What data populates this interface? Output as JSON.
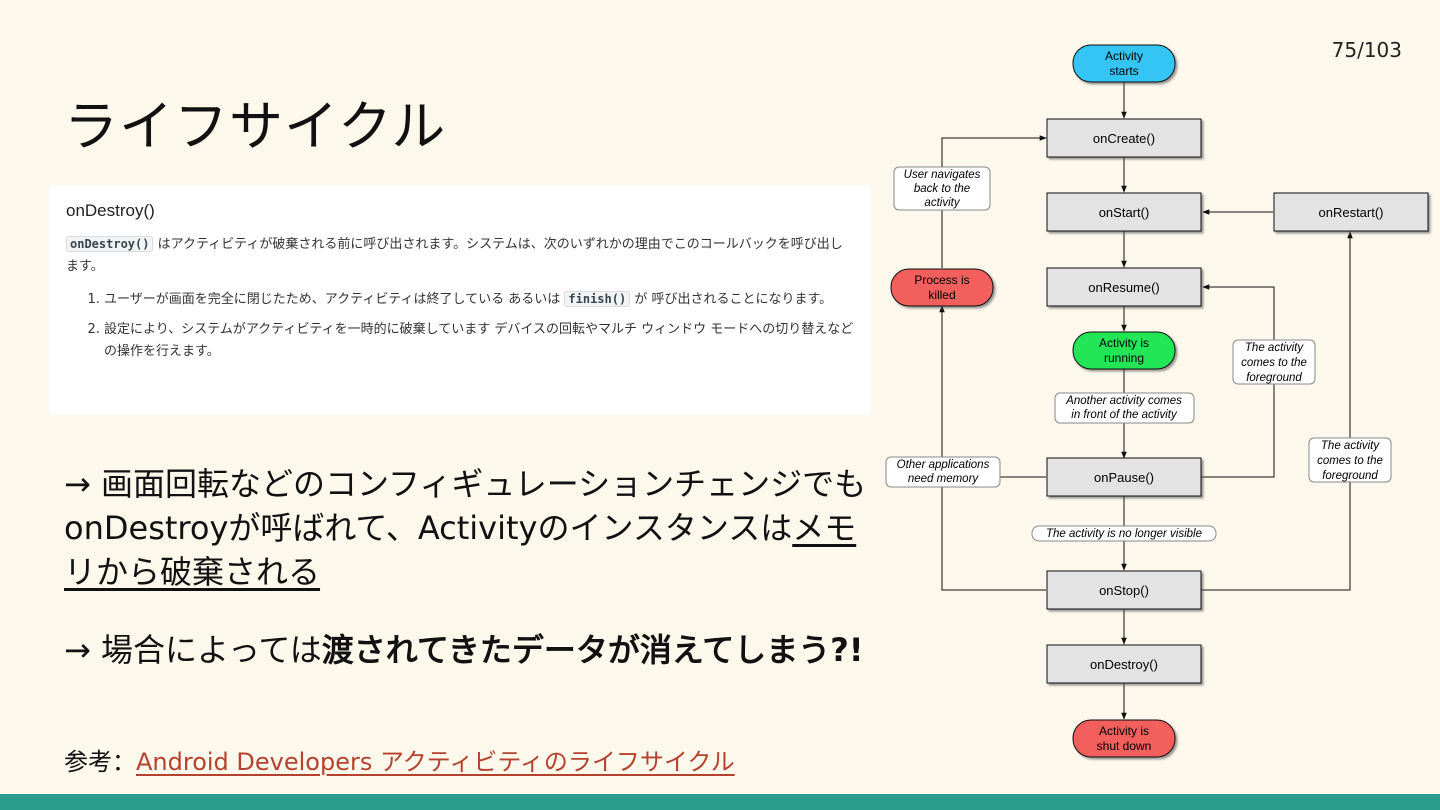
{
  "page_number": "75/103",
  "title": "ライフサイクル",
  "doc": {
    "heading": "onDestroy()",
    "para_code": "onDestroy()",
    "para_text": " はアクティビティが破棄される前に呼び出されます。システムは、次のいずれかの理由でこのコールバックを呼び出します。",
    "item1_prefix": "ユーザーが画面を完全に閉じたため、アクティビティは終了している あるいは ",
    "item1_code": "finish()",
    "item1_suffix": " が 呼び出されることになります。",
    "item2": "設定により、システムがアクティビティを一時的に破棄しています デバイスの回転やマルチ ウィンドウ モードへの切り替えなどの操作を行えます。"
  },
  "notes": {
    "line1_plain": "→ 画面回転などのコンフィギュレーションチェンジでもonDestroyが呼ばれて、Activityのインスタンスは",
    "line1_underlined": "メモリから破棄される",
    "line2_plain": "→ 場合によっては",
    "line2_bold": "渡されてきたデータが消えてしまう?!"
  },
  "reference": {
    "label": "参考：",
    "link_text": "Android Developers アクティビティのライフサイクル"
  },
  "diagram": {
    "start": [
      "Activity",
      "starts"
    ],
    "on_create": "onCreate()",
    "on_start": "onStart()",
    "on_restart": "onRestart()",
    "on_resume": "onResume()",
    "running": [
      "Activity is",
      "running"
    ],
    "on_pause": "onPause()",
    "on_stop": "onStop()",
    "on_destroy": "onDestroy()",
    "shut_down": [
      "Activity is",
      "shut down"
    ],
    "process_killed": [
      "Process is",
      "killed"
    ],
    "user_navigates": [
      "User navigates",
      "back to the",
      "activity"
    ],
    "another_activity": [
      "Another activity comes",
      "in front of the activity"
    ],
    "other_apps": [
      "Other applications",
      "need memory"
    ],
    "no_longer_visible": "The activity is no longer visible",
    "foreground_1": [
      "The activity",
      "comes to the",
      "foreground"
    ],
    "foreground_2": [
      "The activity",
      "comes to the",
      "foreground"
    ]
  },
  "colors": {
    "background": "#fdf8ec",
    "start_node": "#36c5f4",
    "running_node": "#20e657",
    "killed_node": "#f25f5c",
    "accent_bar": "#2a9d8f",
    "link": "#b5422e"
  }
}
